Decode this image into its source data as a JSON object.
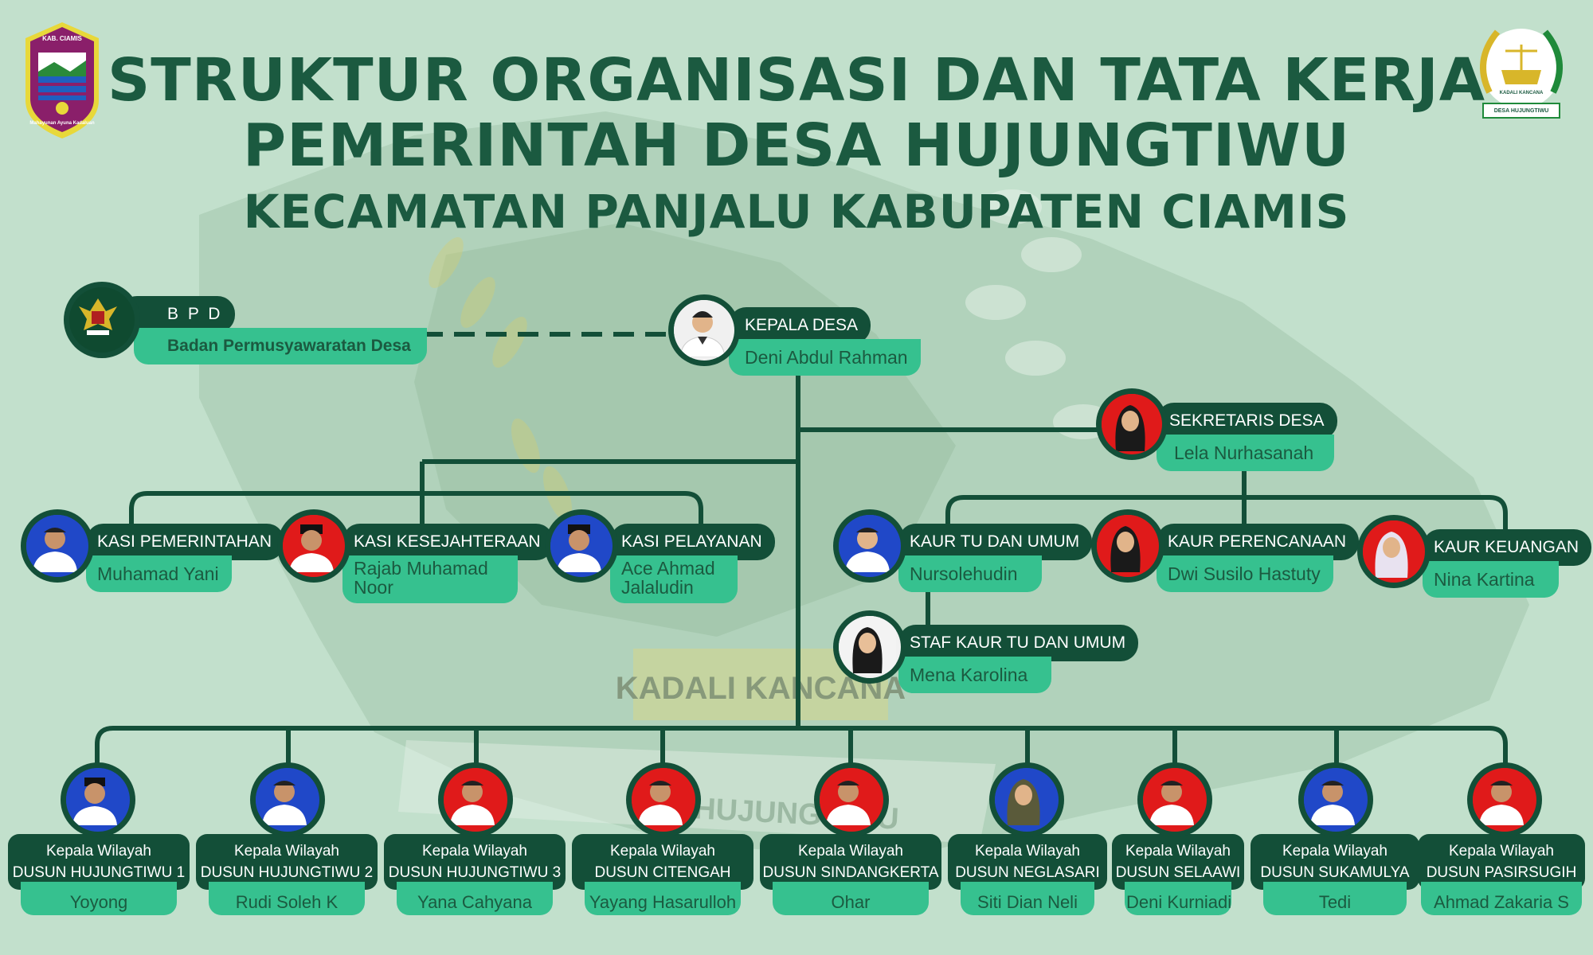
{
  "title": {
    "line1": "STRUKTUR ORGANISASI DAN TATA KERJA",
    "line2": "PEMERINTAH DESA HUJUNGTIWU",
    "line3": "KECAMATAN PANJALU KABUPATEN CIAMIS"
  },
  "logos": {
    "left_top": "KAB. CIAMIS",
    "left_motto": "Mahayunan Ayuna Kadaluan",
    "right_top": "KADALI KANCANA",
    "right_bottom": "DESA HUJUNGTIWU"
  },
  "watermark": {
    "banner": "KADALI KANCANA",
    "ribbon": "HUJUNGTIWU"
  },
  "bpd": {
    "abbr": "B P D",
    "name": "Badan Permusyawaratan Desa"
  },
  "kepala": {
    "role": "KEPALA DESA",
    "name": "Deni Abdul Rahman"
  },
  "sekretaris": {
    "role": "SEKRETARIS DESA",
    "name": "Lela Nurhasanah"
  },
  "kasi": [
    {
      "role": "KASI PEMERINTAHAN",
      "name": "Muhamad Yani"
    },
    {
      "role": "KASI KESEJAHTERAAN",
      "name": "Rajab Muhamad Noor"
    },
    {
      "role": "KASI PELAYANAN",
      "name": "Ace Ahmad Jalaludin"
    }
  ],
  "kaur": [
    {
      "role": "KAUR TU DAN UMUM",
      "name": "Nursolehudin"
    },
    {
      "role": "KAUR PERENCANAAN",
      "name": "Dwi Susilo Hastuty"
    },
    {
      "role": "KAUR KEUANGAN",
      "name": "Nina Kartina"
    }
  ],
  "staf": {
    "role": "STAF KAUR TU DAN UMUM",
    "name": "Mena Karolina"
  },
  "dusun": [
    {
      "title": "Kepala Wilayah",
      "unit": "DUSUN HUJUNGTIWU 1",
      "name": "Yoyong"
    },
    {
      "title": "Kepala Wilayah",
      "unit": "DUSUN HUJUNGTIWU 2",
      "name": "Rudi Soleh K"
    },
    {
      "title": "Kepala Wilayah",
      "unit": "DUSUN HUJUNGTIWU 3",
      "name": "Yana Cahyana"
    },
    {
      "title": "Kepala Wilayah",
      "unit": "DUSUN CITENGAH",
      "name": "Yayang Hasarulloh"
    },
    {
      "title": "Kepala Wilayah",
      "unit": "DUSUN SINDANGKERTA",
      "name": "Ohar"
    },
    {
      "title": "Kepala Wilayah",
      "unit": "DUSUN NEGLASARI",
      "name": "Siti Dian Neli"
    },
    {
      "title": "Kepala Wilayah",
      "unit": "DUSUN SELAAWI",
      "name": "Deni Kurniadi"
    },
    {
      "title": "Kepala Wilayah",
      "unit": "DUSUN SUKAMULYA",
      "name": "Tedi"
    },
    {
      "title": "Kepala Wilayah",
      "unit": "DUSUN PASIRSUGIH",
      "name": "Ahmad Zakaria S"
    }
  ],
  "colors": {
    "background": "#c2e0cc",
    "dark_green": "#134f38",
    "accent_green": "#36c18f",
    "title_green": "#1b5a40"
  }
}
